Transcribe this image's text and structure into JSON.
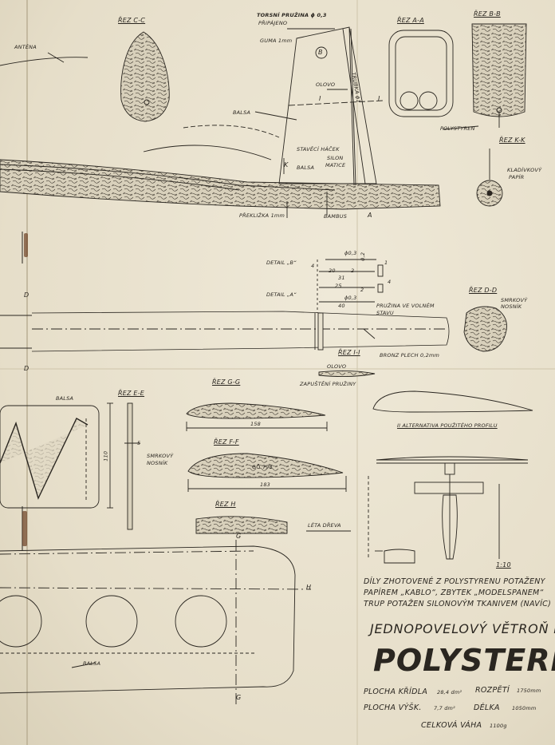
{
  "sections": {
    "cc": "ŘEZ C-C",
    "aa": "ŘEZ A-A",
    "bb": "ŘEZ B-B",
    "kk": "ŘEZ K-K",
    "dd": "ŘEZ D-D",
    "ee": "ŘEZ E-E",
    "gg": "ŘEZ G-G",
    "ff": "ŘEZ F-F",
    "hh": "ŘEZ H",
    "ii": "ŘEZ I-I"
  },
  "labels": {
    "antena": "ANTÉNA",
    "torzni": "TORSNÍ PRUŽINA ϕ 0,3",
    "pripajeno": "PŘIPÁJENO",
    "guma": "GUMA 1mm",
    "balsa_top": "BALSA",
    "olovo": "OLOVO",
    "trubka": "TRUBKA ϕ1",
    "polystyren": "POLYSTYREN",
    "stavecihacek": "STAVĚCÍ HÁČEK",
    "silon": "SILON",
    "matice": "MATICE",
    "balsa_k": "BALSA",
    "kladivkovy": "KLADÍVKOVÝ",
    "papir": "PAPÍR",
    "preklizka": "PŘEKLIŽKA 1mm",
    "bambus": "BAMBUS",
    "detail_b": "DETAIL „B“",
    "detail_a": "DETAIL „A“",
    "pruzina_volnem": "PRUŽINA VE VOLNÉM",
    "stavu": "STAVU",
    "smrkovy_nosnik_1": "SMRKOVÝ",
    "smrkovy_nosnik_2": "NOSNÍK",
    "bronz": "BRONZ PLECH 0,2mm",
    "olovo2": "OLOVO",
    "zapusteni": "ZAPUŠTĚNÍ PRUŽINY",
    "balsa_wing": "BALSA",
    "smrkovy_wing_1": "SMRKOVÝ",
    "smrkovy_wing_2": "NOSNÍK",
    "go798": "GÖ 798",
    "leta_dreva": "LÉTA DŘEVA",
    "alternativa": "II ALTERNATIVA POUŽITÉHO PROFILU",
    "balsa_bottom": "BALSA",
    "scale": "1:10",
    "letter_b": "B",
    "letter_a": "A",
    "axis_i_left": "I",
    "axis_i_right": "I",
    "axis_k": "K",
    "axis_d_top": "D",
    "axis_d_bottom": "D",
    "axis_g_top": "G",
    "axis_g_bottom": "G",
    "axis_h": "H"
  },
  "dimensions": {
    "d03": "ϕ0,3",
    "d02": "0,2",
    "d20": "20",
    "d2a": "2",
    "d31": "31",
    "d25": "25",
    "d2b": "2",
    "d4a": "4",
    "d03b": "ϕ0,3",
    "d40": "40",
    "d1": "1",
    "d4b": "4",
    "d158": "158",
    "d183": "183",
    "d110": "110",
    "d5": "5"
  },
  "notes": {
    "line1": "DÍLY ZHOTOVENÉ Z POLYSTYRENU POTAŽENY",
    "line2": "PAPÍREM „KABLO“, ZBYTEK „MODELSPANEM“",
    "line3": "TRUP POTAŽEN SILONOVÝM TKANIVEM (NAVÍC)"
  },
  "title": {
    "subtitle": "JEDNOPOVELOVÝ VĚTROŇ RC",
    "name": "POLYSTERIX"
  },
  "specs": {
    "plocha_kridla_label": "PLOCHA KŘÍDLA",
    "plocha_kridla_value": "28,4 dm²",
    "rozpeti_label": "ROZPĚTÍ",
    "rozpeti_value": "1750mm",
    "plocha_vysk_label": "PLOCHA VÝŠK.",
    "plocha_vysk_value": "7,7 dm²",
    "delka_label": "DÉLKA",
    "delka_value": "1050mm",
    "vaha_label": "CELKOVÁ VÁHA",
    "vaha_value": "1100g"
  },
  "colors": {
    "paper": "#e9e2cf",
    "ink": "#2a2620",
    "balsa_fill": "#cfc7b2"
  }
}
